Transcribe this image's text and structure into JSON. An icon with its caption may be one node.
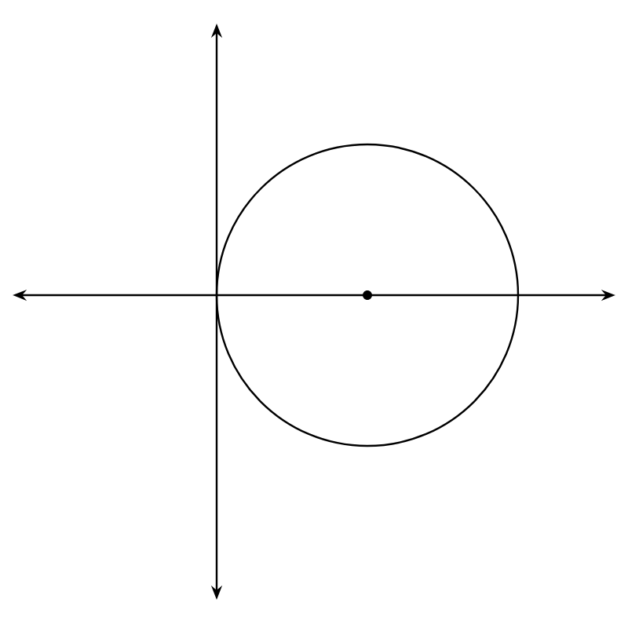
{
  "diagram": {
    "nodes": [
      {
        "text": [],
        "shape": "circle"
      },
      {
        "text": [],
        "shape": "dot",
        "in": 0
      }
    ]
  }
}
